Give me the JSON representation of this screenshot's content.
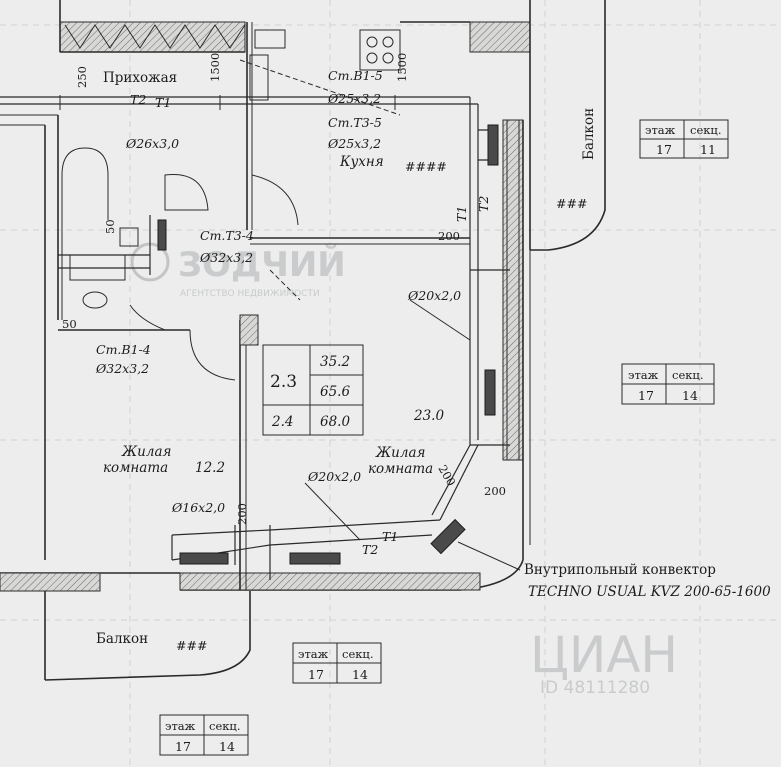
{
  "rooms": {
    "hallway": "Прихожая",
    "kitchen": "Кухня",
    "balcony_right": "Балкон",
    "balcony_bottom": "Балкон",
    "living_left": "Жилая комната",
    "living_left_area": "12.2",
    "living_right": "Жилая комната",
    "living_right_area": "23.0",
    "kitchen_marks": "####",
    "balcony_right_marks": "###",
    "balcony_bottom_marks": "###"
  },
  "risers": {
    "b1_5": "Ст.В1-5",
    "b1_5_size": "Ø25x3,2",
    "t3_5": "Ст.Т3-5",
    "t3_5_size": "Ø25x3,2",
    "t3_4": "Ст.Т3-4",
    "t3_4_size": "Ø32x3,2",
    "b1_4": "Ст.В1-4",
    "b1_4_size": "Ø32x3,2"
  },
  "pipes": {
    "main_size": "Ø26x3,0",
    "right_size": "Ø20x2,0",
    "bottom_size": "Ø20x2,0",
    "left_size": "Ø16x2,0",
    "t1": "T1",
    "t2": "T2"
  },
  "dimensions": {
    "d250": "250",
    "d1500a": "1500",
    "d1500b": "1500",
    "d200a": "200",
    "d50a": "50",
    "d50b": "50",
    "d200b": "200",
    "d200c": "200",
    "d200d": "200"
  },
  "area_table": {
    "apt_no": "2.3",
    "living_area": "35.2",
    "total_area": "65.6",
    "coef": "2.4",
    "total_with_balcony": "68.0"
  },
  "stamps": [
    {
      "floor_label": "этаж",
      "section_label": "секц.",
      "floor": "17",
      "section": "11"
    },
    {
      "floor_label": "этаж",
      "section_label": "секц.",
      "floor": "17",
      "section": "14"
    },
    {
      "floor_label": "этаж",
      "section_label": "секц.",
      "floor": "17",
      "section": "14"
    },
    {
      "floor_label": "этаж",
      "section_label": "секц.",
      "floor": "17",
      "section": "14"
    }
  ],
  "convector": {
    "line1": "Внутрипольный конвектор",
    "line2": "TECHNO USUAL KVZ 200-65-1600"
  },
  "watermarks": {
    "brand": "ЗОДЧИЙ",
    "brand_sub": "АГЕНТСТВО НЕДВИЖИМОСТИ",
    "cian": "ЦИАН",
    "cian_id": "ID 48111280"
  }
}
